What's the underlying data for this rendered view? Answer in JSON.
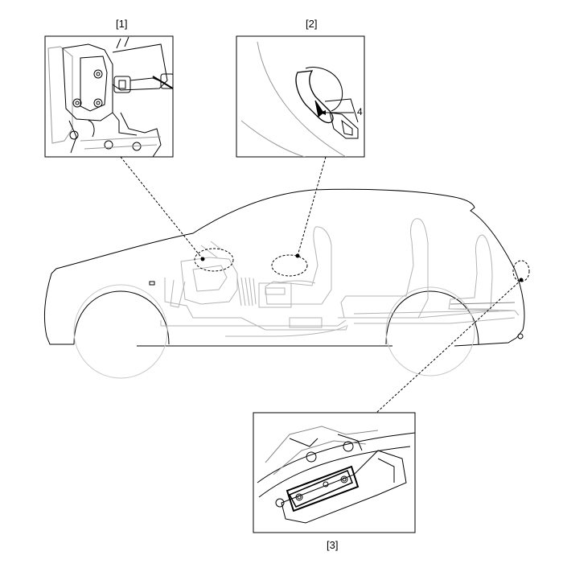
{
  "labels": {
    "detail1": "[1]",
    "detail2": "[2]",
    "detail3": "[3]"
  },
  "callouts": {
    "part4": "4"
  }
}
